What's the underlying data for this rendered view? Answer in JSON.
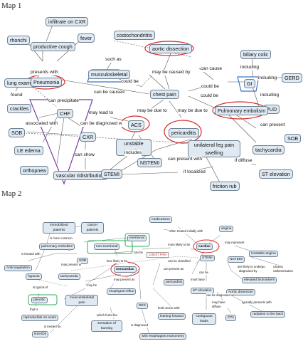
{
  "maps": [
    {
      "title": "Map 1",
      "nodes": [
        {
          "id": "infiltrate",
          "text": "infiltrate on CXR"
        },
        {
          "id": "rhonchi",
          "text": "rhonchi"
        },
        {
          "id": "prod_cough",
          "text": "productive cough"
        },
        {
          "id": "fever",
          "text": "fever"
        },
        {
          "id": "costo",
          "text": "costochondritits"
        },
        {
          "id": "aortic",
          "text": "aortic dissection"
        },
        {
          "id": "biliary",
          "text": "biliary colic"
        },
        {
          "id": "musculo",
          "text": "musculoskeletal"
        },
        {
          "id": "gerd",
          "text": "GERD"
        },
        {
          "id": "gi",
          "text": "GI"
        },
        {
          "id": "lung_exam",
          "text": "lung exam"
        },
        {
          "id": "pneumonia",
          "text": "Pneumonia"
        },
        {
          "id": "chest_pain",
          "text": "chest pain"
        },
        {
          "id": "pud",
          "text": "PUD"
        },
        {
          "id": "crackles",
          "text": "crackles"
        },
        {
          "id": "pe",
          "text": "Pulmonary embolism"
        },
        {
          "id": "chf",
          "text": "CHF"
        },
        {
          "id": "acs",
          "text": "ACS"
        },
        {
          "id": "sob_left",
          "text": "SOB"
        },
        {
          "id": "pericarditis",
          "text": "pericarditis"
        },
        {
          "id": "unilateral",
          "text": "unilateral leg pain swelling"
        },
        {
          "id": "sob_right",
          "text": "SOB"
        },
        {
          "id": "cxr",
          "text": "CXR"
        },
        {
          "id": "le_edema",
          "text": "LE edema"
        },
        {
          "id": "unstable",
          "text": "unstable angina"
        },
        {
          "id": "tachy",
          "text": "tachycardia"
        },
        {
          "id": "nstemi",
          "text": "NSTEMI"
        },
        {
          "id": "orthopnea",
          "text": "orthopnea"
        },
        {
          "id": "vascular",
          "text": "vascular ridistribution"
        },
        {
          "id": "stemi",
          "text": "STEMI"
        },
        {
          "id": "st_elev",
          "text": "ST elevation"
        },
        {
          "id": "friction",
          "text": "friction rub"
        }
      ],
      "links": [
        {
          "id": "presents_with",
          "text": "presents with"
        },
        {
          "id": "such_as",
          "text": "such as"
        },
        {
          "id": "could_be_1",
          "text": "could be"
        },
        {
          "id": "may_be_caused_by",
          "text": "may be caused by"
        },
        {
          "id": "can_cause",
          "text": "can cause"
        },
        {
          "id": "including_1",
          "text": "including"
        },
        {
          "id": "including_2",
          "text": "including"
        },
        {
          "id": "including_3",
          "text": "including"
        },
        {
          "id": "found",
          "text": "found"
        },
        {
          "id": "can_be_caused",
          "text": "can be caused"
        },
        {
          "id": "could_be_2",
          "text": "could be"
        },
        {
          "id": "could_be_3",
          "text": "could be"
        },
        {
          "id": "can_precipitate",
          "text": "can precipitate"
        },
        {
          "id": "may_be_due_to_1",
          "text": "may be due to"
        },
        {
          "id": "may_be_due_to_2",
          "text": "may be due to"
        },
        {
          "id": "may_lead_to",
          "text": "may lead to"
        },
        {
          "id": "associated_with",
          "text": "associated with"
        },
        {
          "id": "can_be_diagnosed",
          "text": "can be diagnosed w"
        },
        {
          "id": "can_present",
          "text": "can present"
        },
        {
          "id": "includes",
          "text": "includes"
        },
        {
          "id": "can_show",
          "text": "can show"
        },
        {
          "id": "can_present_with",
          "text": "can present with"
        },
        {
          "id": "if_diffuse",
          "text": "if diffuse"
        },
        {
          "id": "if_localized",
          "text": "if localized"
        }
      ]
    },
    {
      "title": "Map 2",
      "nodes": [
        {
          "id": "medications",
          "text": "medications"
        },
        {
          "id": "immobilized",
          "text": "immobilized patients"
        },
        {
          "id": "cancer",
          "text": "cancer patients"
        },
        {
          "id": "evertional",
          "text": "evertional"
        },
        {
          "id": "angina",
          "text": "angina"
        },
        {
          "id": "pe",
          "text": "pulmonary embolism"
        },
        {
          "id": "nonexertional",
          "text": "non-exertional"
        },
        {
          "id": "cardiac",
          "text": "cardiac"
        },
        {
          "id": "unstable",
          "text": "Unstable angina"
        },
        {
          "id": "anticoag",
          "text": "Anticoagulation"
        },
        {
          "id": "sob",
          "text": "SOB"
        },
        {
          "id": "chest_pain",
          "text": "CHEST PAIN"
        },
        {
          "id": "stemi",
          "text": "STEMI"
        },
        {
          "id": "nstemi",
          "text": "NSTEMI"
        },
        {
          "id": "hypoxia",
          "text": "hypoxia"
        },
        {
          "id": "tachy",
          "text": "tachycardia"
        },
        {
          "id": "cath",
          "text": "cardiac catheterization"
        },
        {
          "id": "noncardiac",
          "text": "noncardiac"
        },
        {
          "id": "pericarditis",
          "text": "pericarditis"
        },
        {
          "id": "elevated_bio",
          "text": "elevated biomarkers"
        },
        {
          "id": "pleuritic",
          "text": "pleuritic"
        },
        {
          "id": "msk_pain",
          "text": "musculoskeletal pain"
        },
        {
          "id": "esoph_reflux",
          "text": "esophgeal reflux"
        },
        {
          "id": "st_elev",
          "text": "ST elevation"
        },
        {
          "id": "aortic",
          "text": "Aortic dissection"
        },
        {
          "id": "repro",
          "text": "reproducible on exam"
        },
        {
          "id": "des",
          "text": "DES"
        },
        {
          "id": "radiation",
          "text": "radiation to the back"
        },
        {
          "id": "leaning",
          "text": "leaning forward"
        },
        {
          "id": "contiguous",
          "text": "contiguous leads"
        },
        {
          "id": "cta",
          "text": "CTA"
        },
        {
          "id": "nsaids",
          "text": "NSAIDs"
        },
        {
          "id": "burning",
          "text": "sensation of burning"
        },
        {
          "id": "manometry",
          "text": "with esophageal manometry"
        }
      ],
      "links": [
        {
          "id": "often_treated",
          "text": "often treated initially with"
        },
        {
          "id": "is_more_common",
          "text": "is more common"
        },
        {
          "id": "can_be_1",
          "text": "can be"
        },
        {
          "id": "more_likely_to_be",
          "text": "more likely to be"
        },
        {
          "id": "may_represent_1",
          "text": "may represent"
        },
        {
          "id": "is_treated_with",
          "text": "is treated with"
        },
        {
          "id": "may_present_w",
          "text": "may present w"
        },
        {
          "id": "less_likely_to_be",
          "text": "less likely to be"
        },
        {
          "id": "can_be_classified",
          "text": "can be classified"
        },
        {
          "id": "can_present_as",
          "text": "can present as"
        },
        {
          "id": "are_likely_to_undergo",
          "text": "are likely to undergo"
        },
        {
          "id": "may_present_as",
          "text": "may present as"
        },
        {
          "id": "can_be_2",
          "text": "can be"
        },
        {
          "id": "must_have",
          "text": "must have"
        },
        {
          "id": "is_typical_of",
          "text": "is typical of"
        },
        {
          "id": "may_be",
          "text": "may be"
        },
        {
          "id": "diagnosed_by",
          "text": "diagnosed by"
        },
        {
          "id": "that_is",
          "text": "that is"
        },
        {
          "id": "is_treated_by",
          "text": "is treated by"
        },
        {
          "id": "which_feels_like",
          "text": "which feels like"
        },
        {
          "id": "feels_worse_with",
          "text": "feels worse with"
        },
        {
          "id": "may_have_diffuse",
          "text": "may have diffuse"
        },
        {
          "id": "can_be_diagnosed_w",
          "text": "can be diagnosed w"
        },
        {
          "id": "typically_presents_with",
          "text": "typically presents with"
        },
        {
          "id": "is_diagnosed",
          "text": "is diagnosed"
        },
        {
          "id": "in",
          "text": "in"
        }
      ]
    }
  ],
  "colors": {
    "node_fill": "#dfe9f2",
    "node_border": "#6f8193",
    "highlight_red": "#d62b2b",
    "highlight_blue": "#3a73c9",
    "highlight_purple": "#7a3d9c",
    "highlight_green": "#2fae5a",
    "line": "#444444"
  }
}
